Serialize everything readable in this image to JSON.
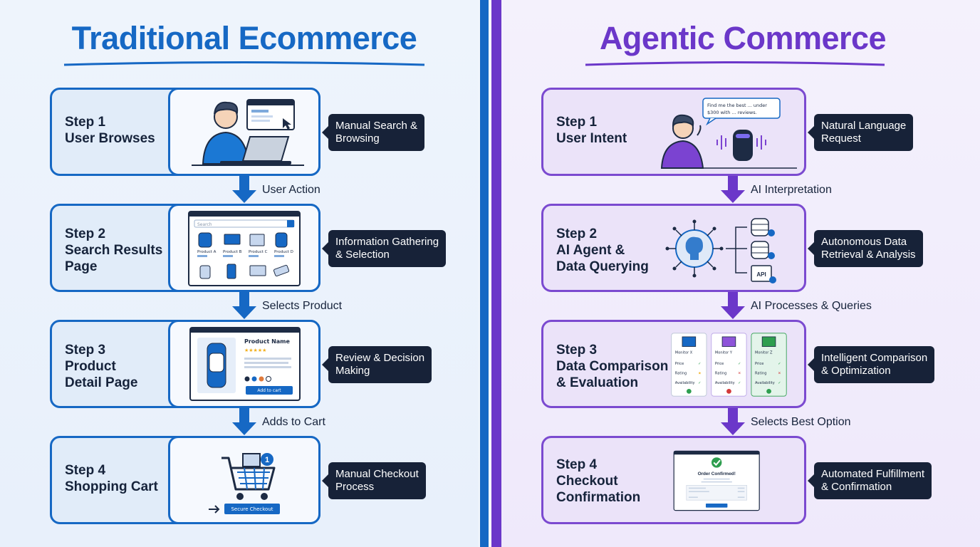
{
  "left": {
    "title": "Traditional Ecommerce",
    "accent": "#1668c4",
    "steps": [
      {
        "step": "Step 1",
        "lines": [
          "User Browses"
        ],
        "callout": [
          "Manual Search &",
          "Browsing"
        ]
      },
      {
        "step": "Step 2",
        "lines": [
          "Search Results",
          "Page"
        ],
        "callout": [
          "Information Gathering",
          "& Selection"
        ]
      },
      {
        "step": "Step 3",
        "lines": [
          "Product",
          "Detail Page"
        ],
        "callout": [
          "Review & Decision",
          "Making"
        ]
      },
      {
        "step": "Step 4",
        "lines": [
          "Shopping Cart"
        ],
        "callout": [
          "Manual Checkout",
          "Process"
        ]
      }
    ],
    "arrows": [
      "User Action",
      "Selects Product",
      "Adds to Cart"
    ],
    "mock": {
      "search_placeholder": "Search",
      "products": [
        "Product A",
        "Product B",
        "Product C",
        "Product D"
      ],
      "product_name": "Product Name",
      "add_to_cart": "Add to cart",
      "cart_count": "1",
      "secure_checkout": "Secure Checkout"
    }
  },
  "right": {
    "title": "Agentic Commerce",
    "accent": "#6b37c9",
    "steps": [
      {
        "step": "Step 1",
        "lines": [
          "User Intent"
        ],
        "callout": [
          "Natural Language",
          "Request"
        ]
      },
      {
        "step": "Step 2",
        "lines": [
          "AI Agent &",
          "Data Querying"
        ],
        "callout": [
          "Autonomous Data",
          "Retrieval & Analysis"
        ]
      },
      {
        "step": "Step 3",
        "lines": [
          "Data Comparison",
          "& Evaluation"
        ],
        "callout": [
          "Intelligent Comparison",
          "& Optimization"
        ]
      },
      {
        "step": "Step 4",
        "lines": [
          "Checkout",
          "Confirmation"
        ],
        "callout": [
          "Automated Fulfillment",
          "& Confirmation"
        ]
      }
    ],
    "arrows": [
      "AI Interpretation",
      "AI Processes & Queries",
      "Selects Best Option"
    ],
    "mock": {
      "speech": [
        "Find me the best ... under",
        "$300 with ... reviews."
      ],
      "api_label": "API",
      "monitors": [
        "Monitor X",
        "Monitor Y",
        "Monitor Z"
      ],
      "rows": [
        "Price",
        "Rating",
        "Availability"
      ],
      "order_confirmed": "Order Confirmed!"
    }
  }
}
